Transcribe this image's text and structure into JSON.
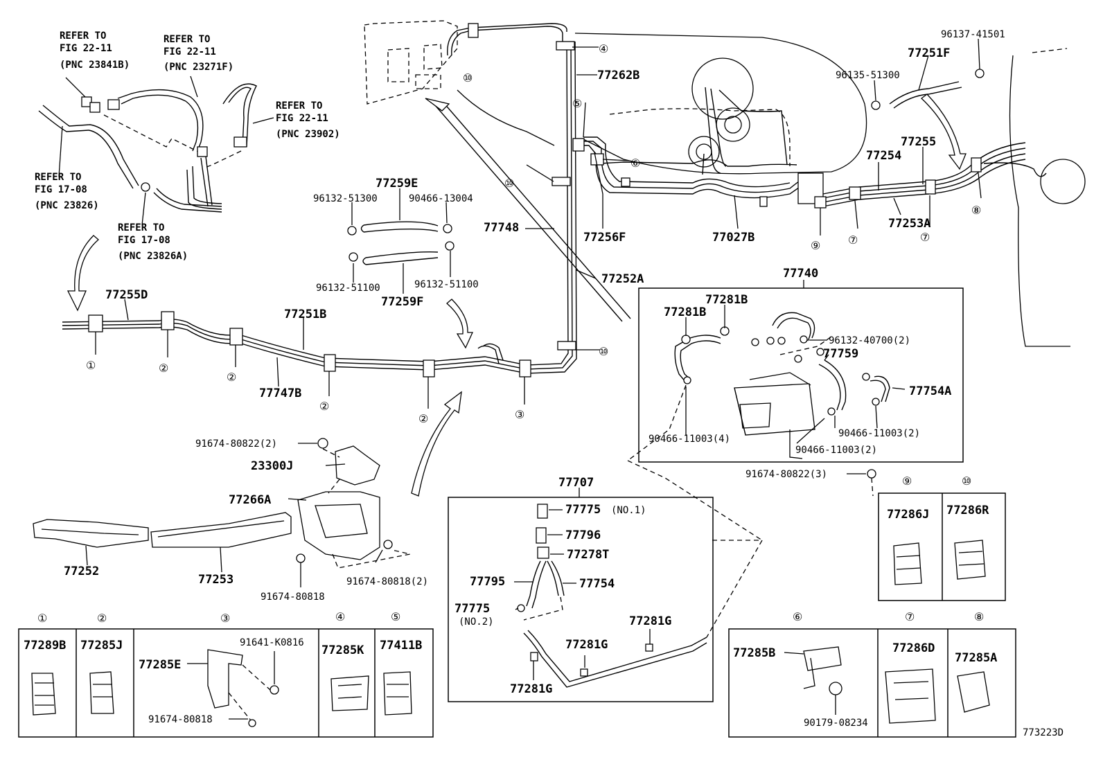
{
  "diagram_id": "773223D",
  "refs": [
    {
      "lines": [
        "REFER TO",
        "FIG 22-11",
        "(PNC 23841B)"
      ]
    },
    {
      "lines": [
        "REFER TO",
        "FIG 22-11",
        "(PNC 23271F)"
      ]
    },
    {
      "lines": [
        "REFER TO",
        "FIG 22-11",
        "(PNC 23902)"
      ]
    },
    {
      "lines": [
        "REFER TO",
        "FIG 17-08",
        "(PNC 23826)"
      ]
    },
    {
      "lines": [
        "REFER TO",
        "FIG 17-08",
        "(PNC 23826A)"
      ]
    }
  ],
  "labels": {
    "p77255D": "77255D",
    "p77251B": "77251B",
    "p77747B": "77747B",
    "p77259E": "77259E",
    "p96132_51300": "96132-51300",
    "p90466_13004": "90466-13004",
    "p96132_51100a": "96132-51100",
    "p96132_51100b": "96132-51100",
    "p77259F": "77259F",
    "p77748": "77748",
    "p77262B": "77262B",
    "p77252A": "77252A",
    "p77256F": "77256F",
    "p77027B": "77027B",
    "p96137_41501": "96137-41501",
    "p77251F": "77251F",
    "p96135_51300": "96135-51300",
    "p77255": "77255",
    "p77254": "77254",
    "p77253A": "77253A",
    "p77740": "77740",
    "p77281B_a": "77281B",
    "p77281B_b": "77281B",
    "p96132_40700": "96132-40700(2)",
    "p77759": "77759",
    "p77754A": "77754A",
    "p90466_11003_4": "90466-11003(4)",
    "p90466_11003_2a": "90466-11003(2)",
    "p90466_11003_2b": "90466-11003(2)",
    "p91674_80822_3": "91674-80822(3)",
    "p91674_80822_2": "91674-80822(2)",
    "p23300J": "23300J",
    "p77266A": "77266A",
    "p77252": "77252",
    "p77253": "77253",
    "p91674_80818a": "91674-80818",
    "p91674_80818_2": "91674-80818(2)",
    "p77707": "77707",
    "p77775_1": "77775",
    "p77775_1_note": "(NO.1)",
    "p77796": "77796",
    "p77278T": "77278T",
    "p77795": "77795",
    "p77754": "77754",
    "p77775_2": "77775",
    "p77775_2_note": "(NO.2)",
    "p77281G_a": "77281G",
    "p77281G_b": "77281G",
    "p77281G_c": "77281G"
  },
  "callouts": [
    "①",
    "②",
    "③",
    "④",
    "⑤",
    "⑥",
    "⑦",
    "⑧",
    "⑨",
    "⑩"
  ],
  "clip_panels": {
    "c1": "77289B",
    "c2": "77285J",
    "c3": "77285E",
    "c3_bolt": "91641-K0816",
    "c3_screw": "91674-80818",
    "c4": "77285K",
    "c5": "77411B",
    "c6": "77285B",
    "c6_nut": "90179-08234",
    "c7": "77286D",
    "c8": "77285A",
    "c9": "77286J",
    "c10": "77286R"
  }
}
